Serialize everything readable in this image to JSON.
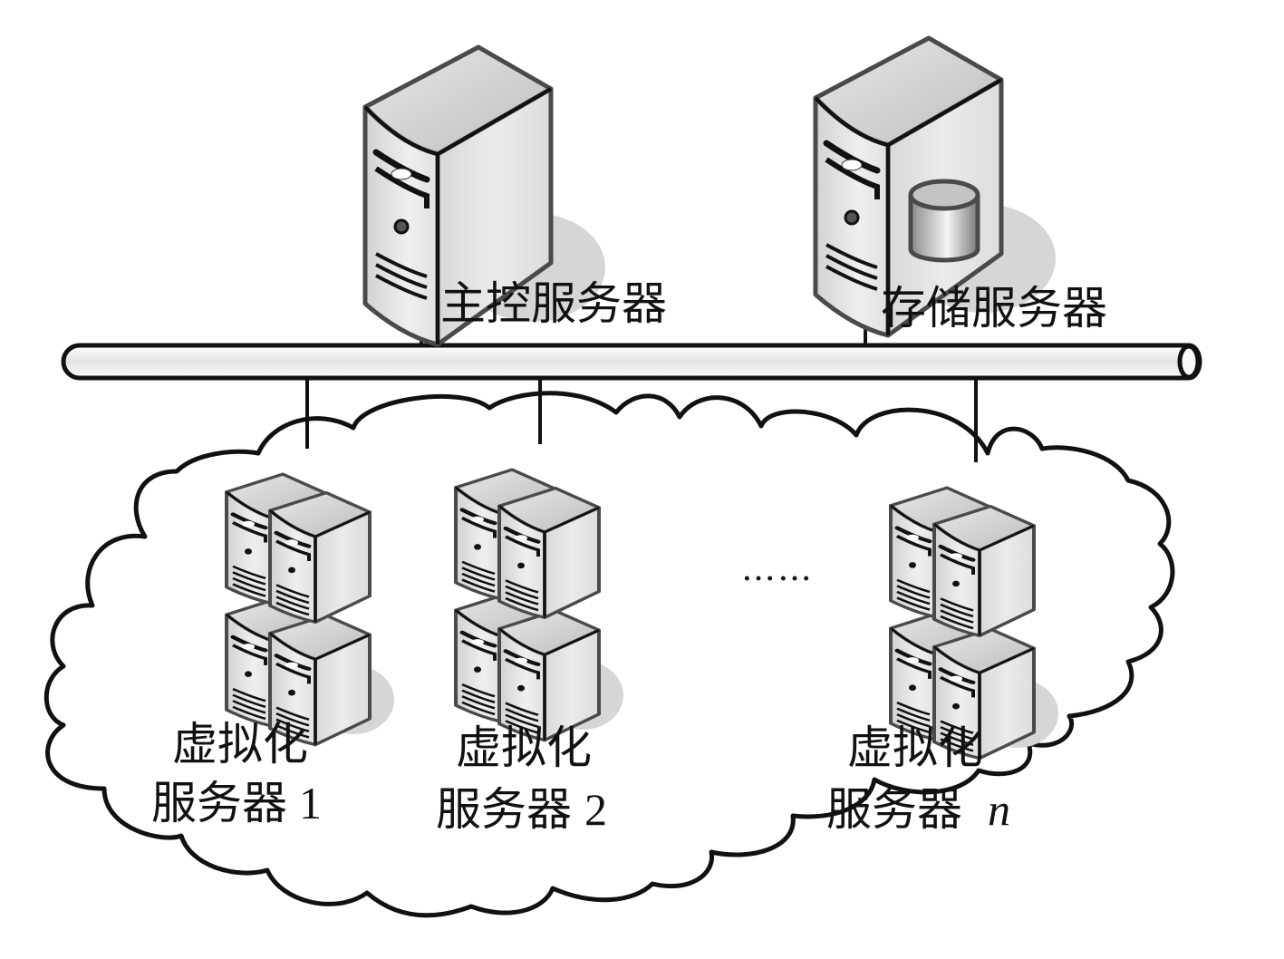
{
  "diagram": {
    "type": "network-topology",
    "bus": {
      "label": ""
    },
    "master_server": {
      "label": "主控服务器",
      "icon": "tower-server-icon"
    },
    "storage_server": {
      "label": "存储服务器",
      "icon": "storage-server-icon",
      "badge_icon": "database-cylinder-icon"
    },
    "cloud": {
      "icon": "cloud-icon"
    },
    "virtual_servers": [
      {
        "line1": "虚拟化",
        "line2": "服务器",
        "index": "1",
        "italic": false,
        "icon": "server-cluster-icon"
      },
      {
        "line1": "虚拟化",
        "line2": "服务器",
        "index": "2",
        "italic": false,
        "icon": "server-cluster-icon"
      },
      {
        "line1": "虚拟化",
        "line2": "服务器",
        "index": "n",
        "italic": true,
        "icon": "server-cluster-icon"
      }
    ],
    "ellipsis": "……",
    "colors": {
      "outline": "#111111",
      "server_stroke": "#4a4a4a",
      "server_face": "#e6e6e6",
      "server_top": "#cfcfcf",
      "shadow": "#d6d6d6",
      "bus_fill": "#ececec"
    }
  }
}
